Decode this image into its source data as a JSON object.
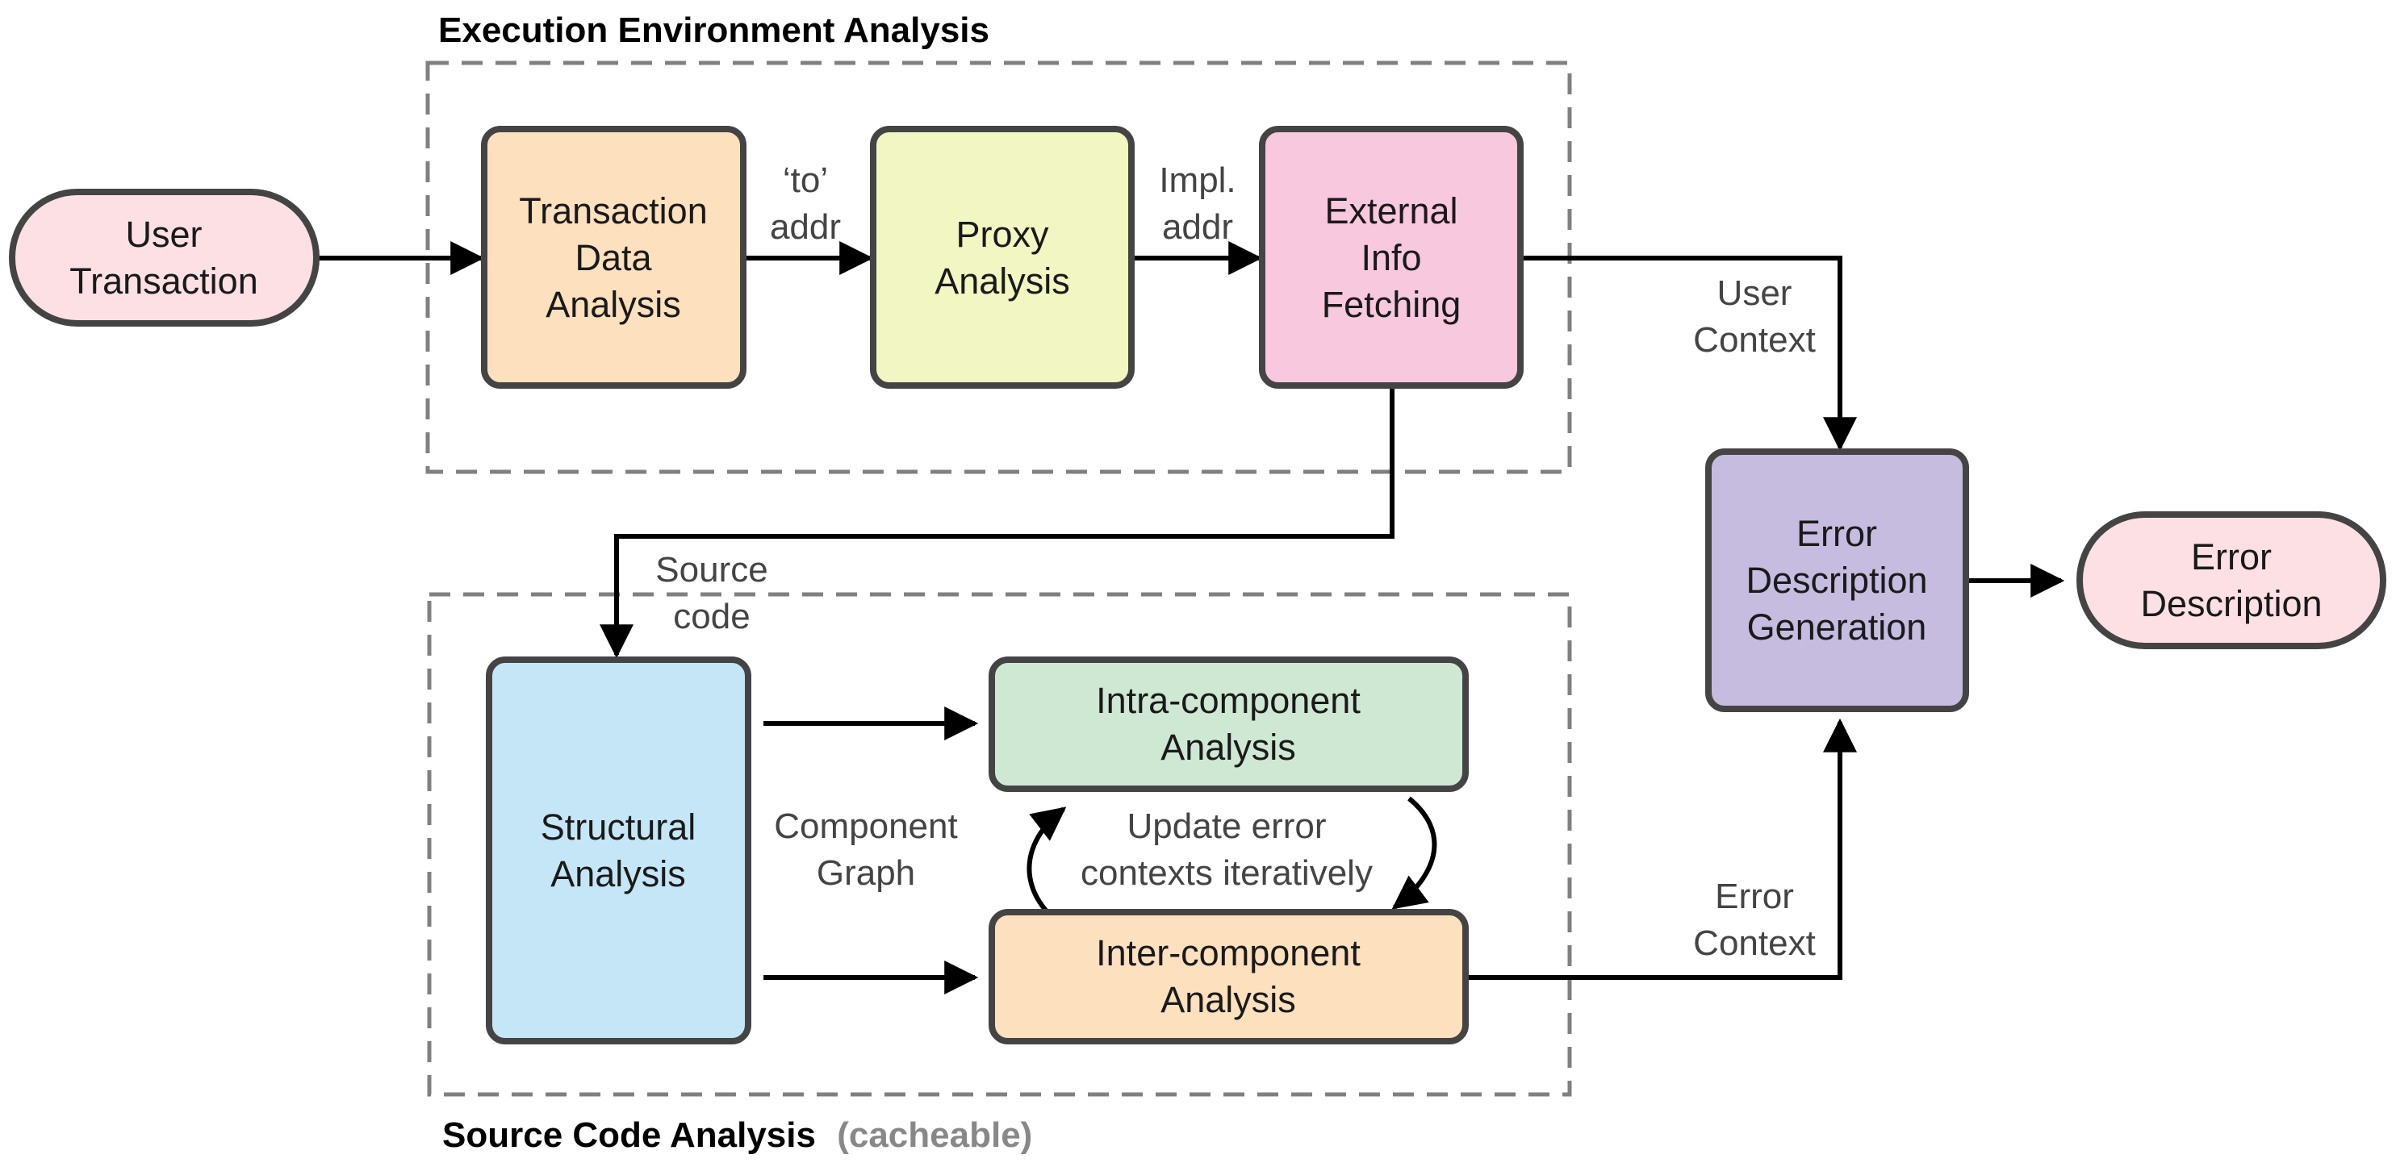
{
  "groups": {
    "execution": {
      "title": "Execution Environment Analysis"
    },
    "source": {
      "title": "Source Code Analysis",
      "note": "(cacheable)"
    }
  },
  "nodes": {
    "user_transaction": {
      "lines": [
        "User",
        "Transaction"
      ],
      "color": "#fce0e4"
    },
    "transaction_data": {
      "lines": [
        "Transaction",
        "Data",
        "Analysis"
      ],
      "color": "#fde0bd"
    },
    "proxy": {
      "lines": [
        "Proxy",
        "Analysis"
      ],
      "color": "#f1f6c2"
    },
    "external_info": {
      "lines": [
        "External",
        "Info",
        "Fetching"
      ],
      "color": "#f8c8df"
    },
    "error_generation": {
      "lines": [
        "Error",
        "Description",
        "Generation"
      ],
      "color": "#c5bce0"
    },
    "error_description": {
      "lines": [
        "Error",
        "Description"
      ],
      "color": "#fce0e4"
    },
    "structural": {
      "lines": [
        "Structural",
        "Analysis"
      ],
      "color": "#c5e6f6"
    },
    "intra": {
      "lines": [
        "Intra-component",
        "Analysis"
      ],
      "color": "#cfe8d3"
    },
    "inter": {
      "lines": [
        "Inter-component",
        "Analysis"
      ],
      "color": "#fde0bd"
    }
  },
  "edge_labels": {
    "to_addr": [
      "‘to’",
      "addr"
    ],
    "impl_addr": [
      "Impl.",
      "addr"
    ],
    "user_context": [
      "User",
      "Context"
    ],
    "source_code": [
      "Source",
      "code"
    ],
    "component_graph": [
      "Component",
      "Graph"
    ],
    "update_error": [
      "Update error",
      "contexts iteratively"
    ],
    "error_context": [
      "Error",
      "Context"
    ]
  }
}
